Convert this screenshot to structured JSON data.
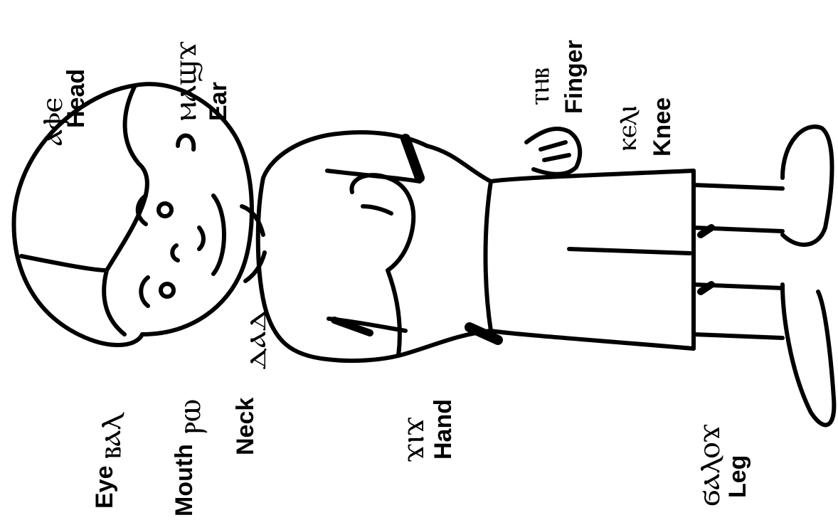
{
  "labels": {
    "head": {
      "english": "Head",
      "coptic": "ⲁⲫⲉ"
    },
    "ear": {
      "english": "Ear",
      "coptic": "ⲙⲁϣϫ"
    },
    "finger": {
      "english": "Finger",
      "coptic": "ⲧⲏⲃ"
    },
    "knee": {
      "english": "Knee",
      "coptic": "ⲕⲉⲗⲓ"
    },
    "eye": {
      "english": "Eye",
      "coptic": "ⲃⲁⲗ"
    },
    "mouth": {
      "english": "Mouth",
      "coptic": "ⲣⲱ"
    },
    "neck": {
      "english": "Neck",
      "coptic": "ⲇⲁⲇ"
    },
    "hand": {
      "english": "Hand",
      "coptic": "ϫⲓϫ"
    },
    "leg": {
      "english": "Leg",
      "coptic": "ϭⲁⲗⲟϫ"
    }
  }
}
